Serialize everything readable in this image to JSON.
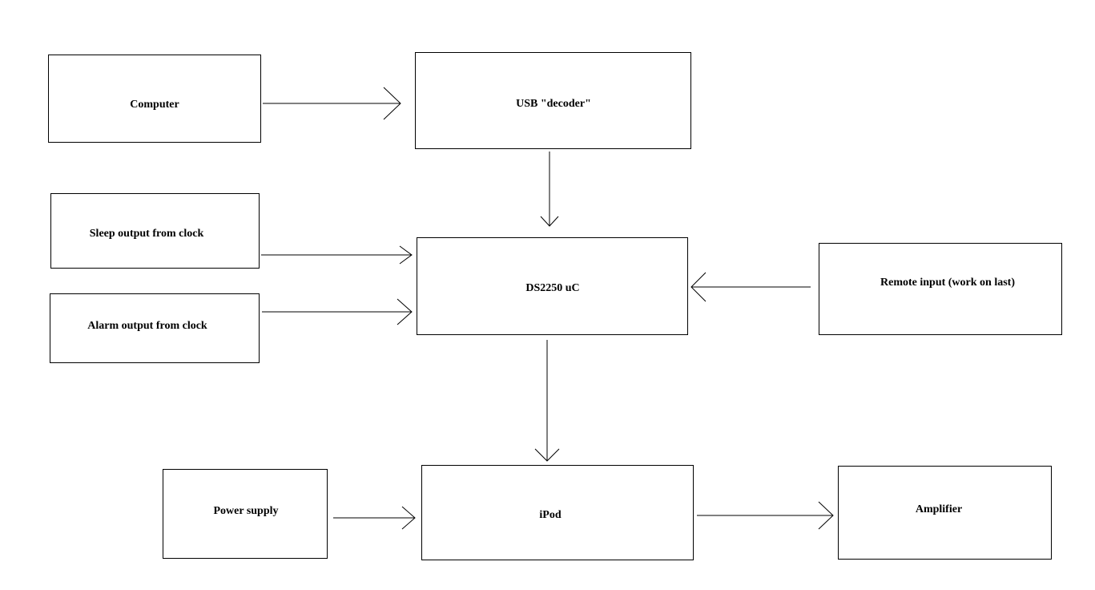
{
  "diagram": {
    "blocks": {
      "computer": {
        "label": "Computer"
      },
      "usb_decoder": {
        "label": "USB \"decoder\""
      },
      "sleep_output": {
        "label": "Sleep output from clock"
      },
      "alarm_output": {
        "label": "Alarm output from clock"
      },
      "ds2250": {
        "label": "DS2250 uC"
      },
      "remote_input": {
        "label": "Remote input (work on last)"
      },
      "power_supply": {
        "label": "Power supply"
      },
      "ipod": {
        "label": "iPod"
      },
      "amplifier": {
        "label": "Amplifier"
      }
    },
    "connections": [
      {
        "from": "Computer",
        "to": "USB \"decoder\""
      },
      {
        "from": "USB \"decoder\"",
        "to": "DS2250 uC"
      },
      {
        "from": "Sleep output from clock",
        "to": "DS2250 uC"
      },
      {
        "from": "Alarm output from clock",
        "to": "DS2250 uC"
      },
      {
        "from": "Remote input (work on last)",
        "to": "DS2250 uC"
      },
      {
        "from": "DS2250 uC",
        "to": "iPod"
      },
      {
        "from": "Power supply",
        "to": "iPod"
      },
      {
        "from": "iPod",
        "to": "Amplifier"
      }
    ]
  }
}
